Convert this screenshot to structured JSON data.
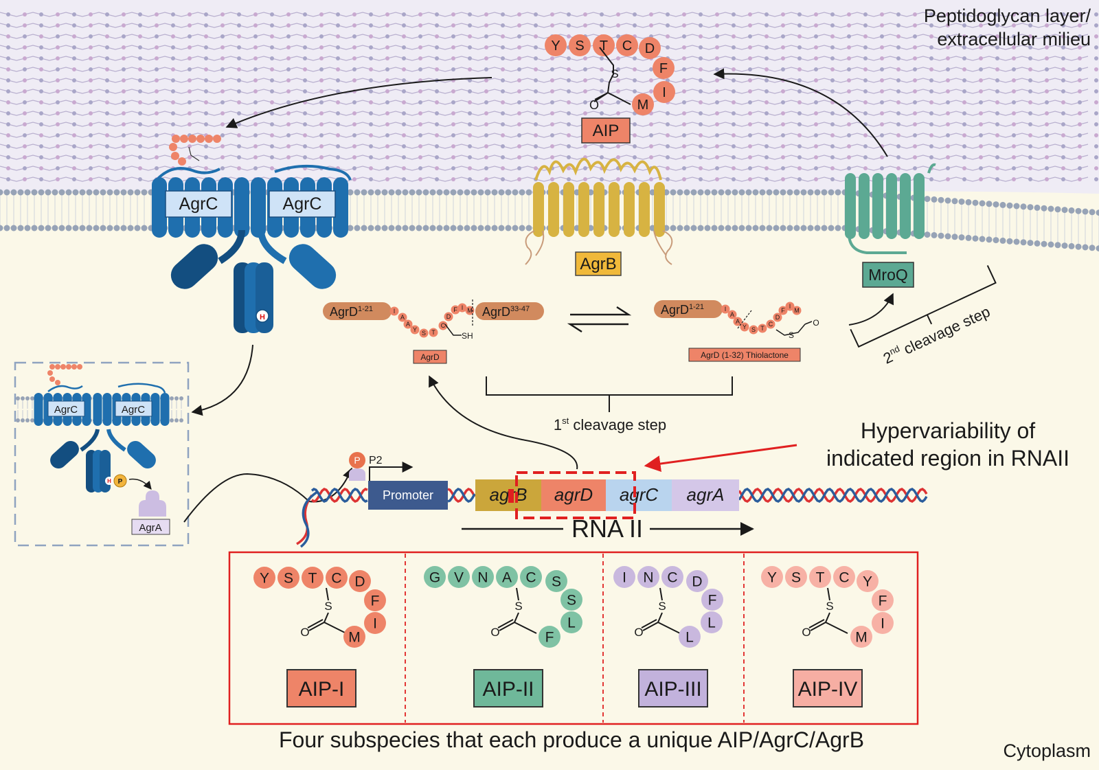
{
  "regions": {
    "extracellular_line1": "Peptidoglycan layer/",
    "extracellular_line2": "extracellular milieu",
    "cytoplasm": "Cytoplasm"
  },
  "proteins": {
    "agrc": "AgrC",
    "agrb": "AgrB",
    "mroq": "MroQ",
    "agra": "AgrA",
    "aip": "AIP",
    "histidine": "H",
    "phosphate": "P"
  },
  "aip_top": {
    "residues": [
      "Y",
      "S",
      "T",
      "C",
      "D",
      "F",
      "I",
      "M"
    ],
    "sulfur": "S",
    "oxygen": "O"
  },
  "agrd_linear": {
    "left": "AgrD",
    "left_sup": "1-21",
    "right": "AgrD",
    "right_sup": "33-47",
    "residues": [
      "I",
      "A",
      "A",
      "Y",
      "S",
      "T",
      "C",
      "D",
      "F",
      "I",
      "M"
    ],
    "sh": "SH",
    "label": "AgrD"
  },
  "agrd_thiolactone": {
    "left": "AgrD",
    "left_sup": "1-21",
    "residues": [
      "I",
      "A",
      "A",
      "Y",
      "S",
      "T",
      "C",
      "D",
      "F",
      "I",
      "M"
    ],
    "sulfur": "S",
    "oxygen": "O",
    "label": "AgrD (1-32) Thiolactone"
  },
  "steps": {
    "first_pre": "1",
    "first_sup": "st",
    "first_post": " cleavage step",
    "second_pre": "2",
    "second_sup": "nd",
    "second_post": " cleavage step"
  },
  "operon": {
    "promoter": "Promoter",
    "p2": "P2",
    "genes": [
      "agrB",
      "agrD",
      "agrC",
      "agrA"
    ],
    "rna": "RNA II"
  },
  "hypervariability": {
    "line1": "Hypervariability of",
    "line2": "indicated region in RNAII"
  },
  "variants": [
    {
      "name": "AIP-I",
      "residues": [
        "Y",
        "S",
        "T",
        "C",
        "D",
        "F",
        "I",
        "M"
      ],
      "color": "#ee8468",
      "label_bg": "#ee8468"
    },
    {
      "name": "AIP-II",
      "residues": [
        "G",
        "V",
        "N",
        "A",
        "C",
        "S",
        "S",
        "L",
        "F"
      ],
      "color": "#7fc2a4",
      "label_bg": "#6fb89a"
    },
    {
      "name": "AIP-III",
      "residues": [
        "I",
        "N",
        "C",
        "D",
        "F",
        "L",
        "L"
      ],
      "color": "#c9b8de",
      "label_bg": "#c2b2dc"
    },
    {
      "name": "AIP-IV",
      "residues": [
        "Y",
        "S",
        "T",
        "C",
        "Y",
        "F",
        "I",
        "M"
      ],
      "color": "#f7b1a5",
      "label_bg": "#f6aea3"
    }
  ],
  "variant_atoms": {
    "sulfur": "S",
    "oxygen": "O"
  },
  "caption": "Four subspecies that each produce a unique AIP/AgrC/AgrB",
  "colors": {
    "background": "#fbf8e8",
    "peptidoglycan": "#efecf5",
    "agrc": "#1f6fae",
    "agrc_dark": "#134e80",
    "agrb": "#d7b342",
    "mroq": "#5ca993",
    "aip": "#ee8468",
    "agrd_bar": "#d18a5e",
    "red": "#e02020"
  }
}
